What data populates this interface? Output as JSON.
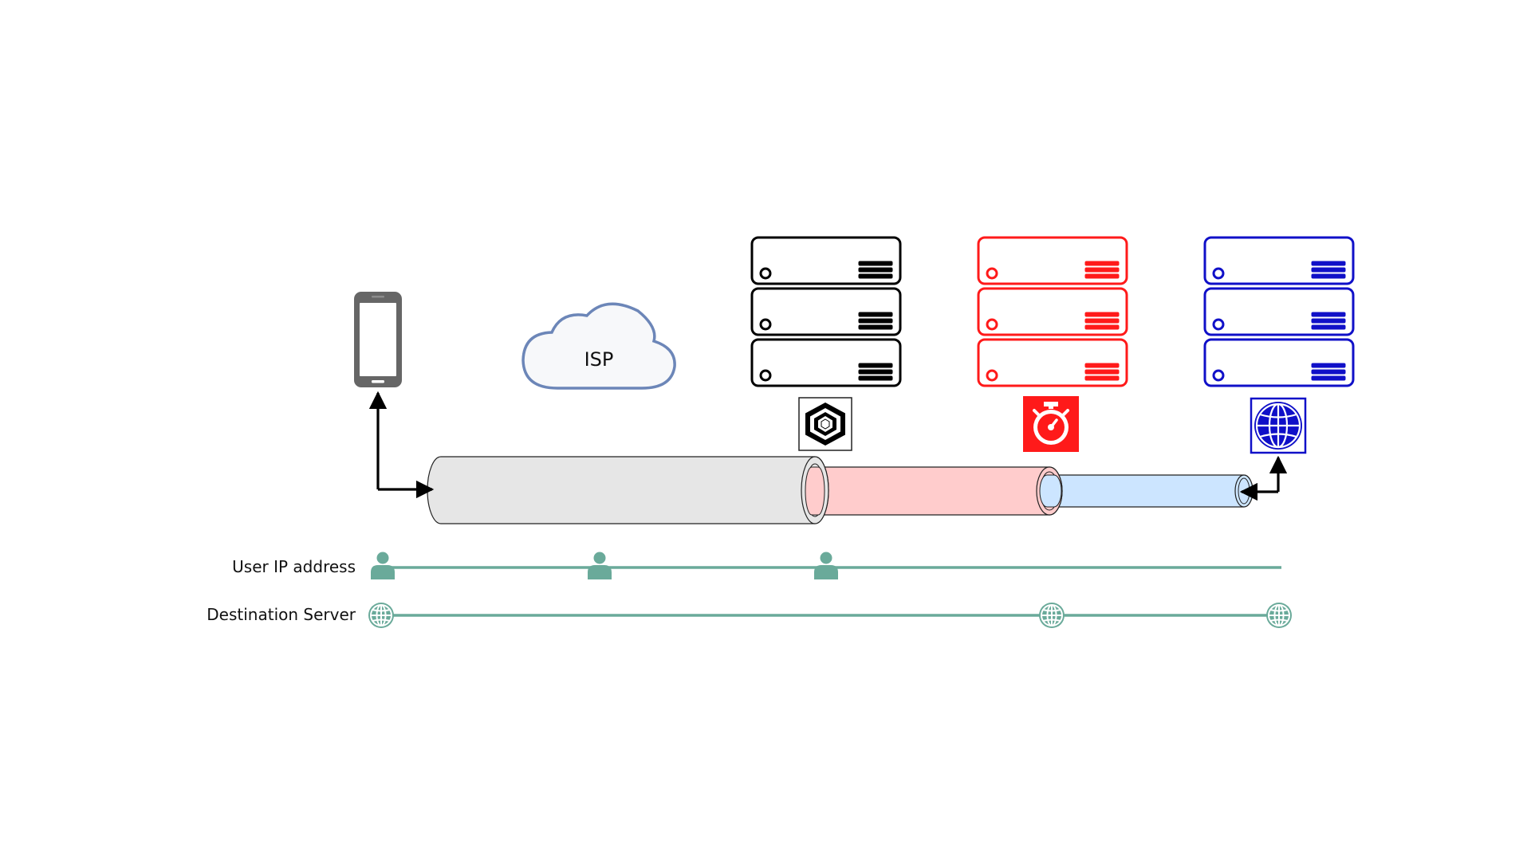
{
  "cloud": {
    "label": "ISP"
  },
  "rows": {
    "user_ip": {
      "label": "User IP address"
    },
    "destination": {
      "label": "Destination Server"
    }
  },
  "servers": [
    {
      "role": "protection-node",
      "badge_icon": "hexagon-icon"
    },
    {
      "role": "speed-node",
      "badge_icon": "stopwatch-icon"
    },
    {
      "role": "exit-node",
      "badge_icon": "globe-icon"
    }
  ],
  "colors": {
    "server_1": "#000000",
    "server_2": "#ff1a1a",
    "server_3": "#1010c8",
    "tube_1": "#e6e6e6",
    "tube_2": "#ffcccc",
    "tube_3": "#cce5ff",
    "cloud_stroke": "#6c86b8",
    "timeline": "#6aaa9a",
    "phone": "#666666"
  }
}
